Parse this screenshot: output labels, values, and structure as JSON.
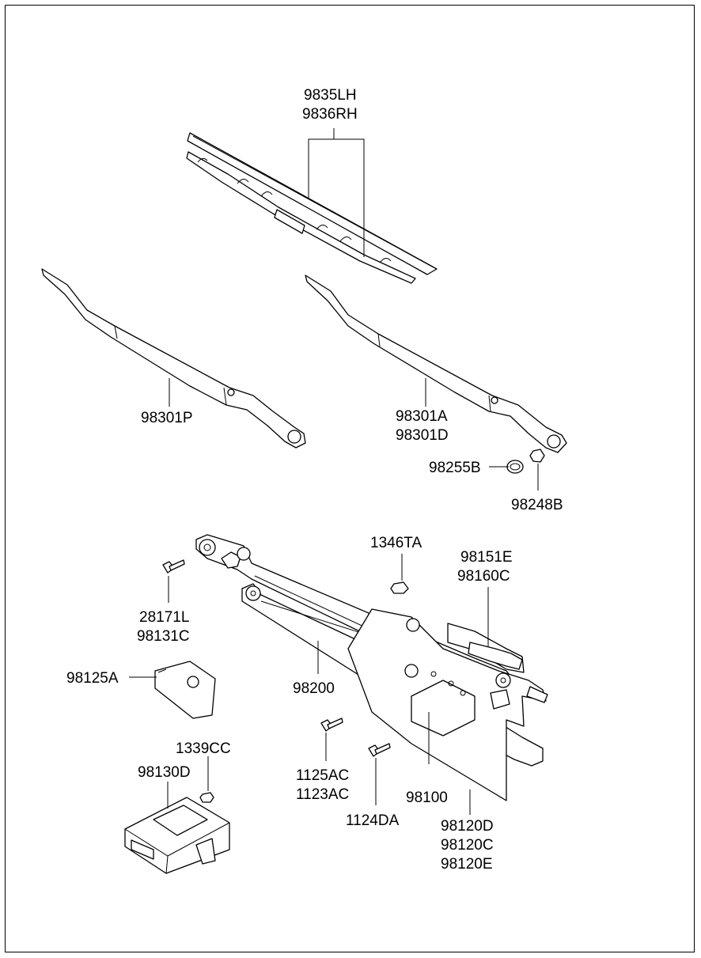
{
  "labels": {
    "blade_lh": "9835LH",
    "blade_rh": "9836RH",
    "arm_left": "98301P",
    "arm_right_a": "98301A",
    "arm_right_d": "98301D",
    "cap": "98255B",
    "nut": "98248B",
    "nut_top": "1346TA",
    "conn_1": "98151E",
    "conn_2": "98160C",
    "bolt_1": "28171L",
    "bolt_2": "98131C",
    "bracket": "98125A",
    "linkage": "98200",
    "screw_1": "1339CC",
    "module": "98130D",
    "bolt_3": "1125AC",
    "bolt_4": "1123AC",
    "bolt_5": "1124DA",
    "motor": "98100",
    "motor_assy_d": "98120D",
    "motor_assy_c": "98120C",
    "motor_assy_e": "98120E"
  }
}
